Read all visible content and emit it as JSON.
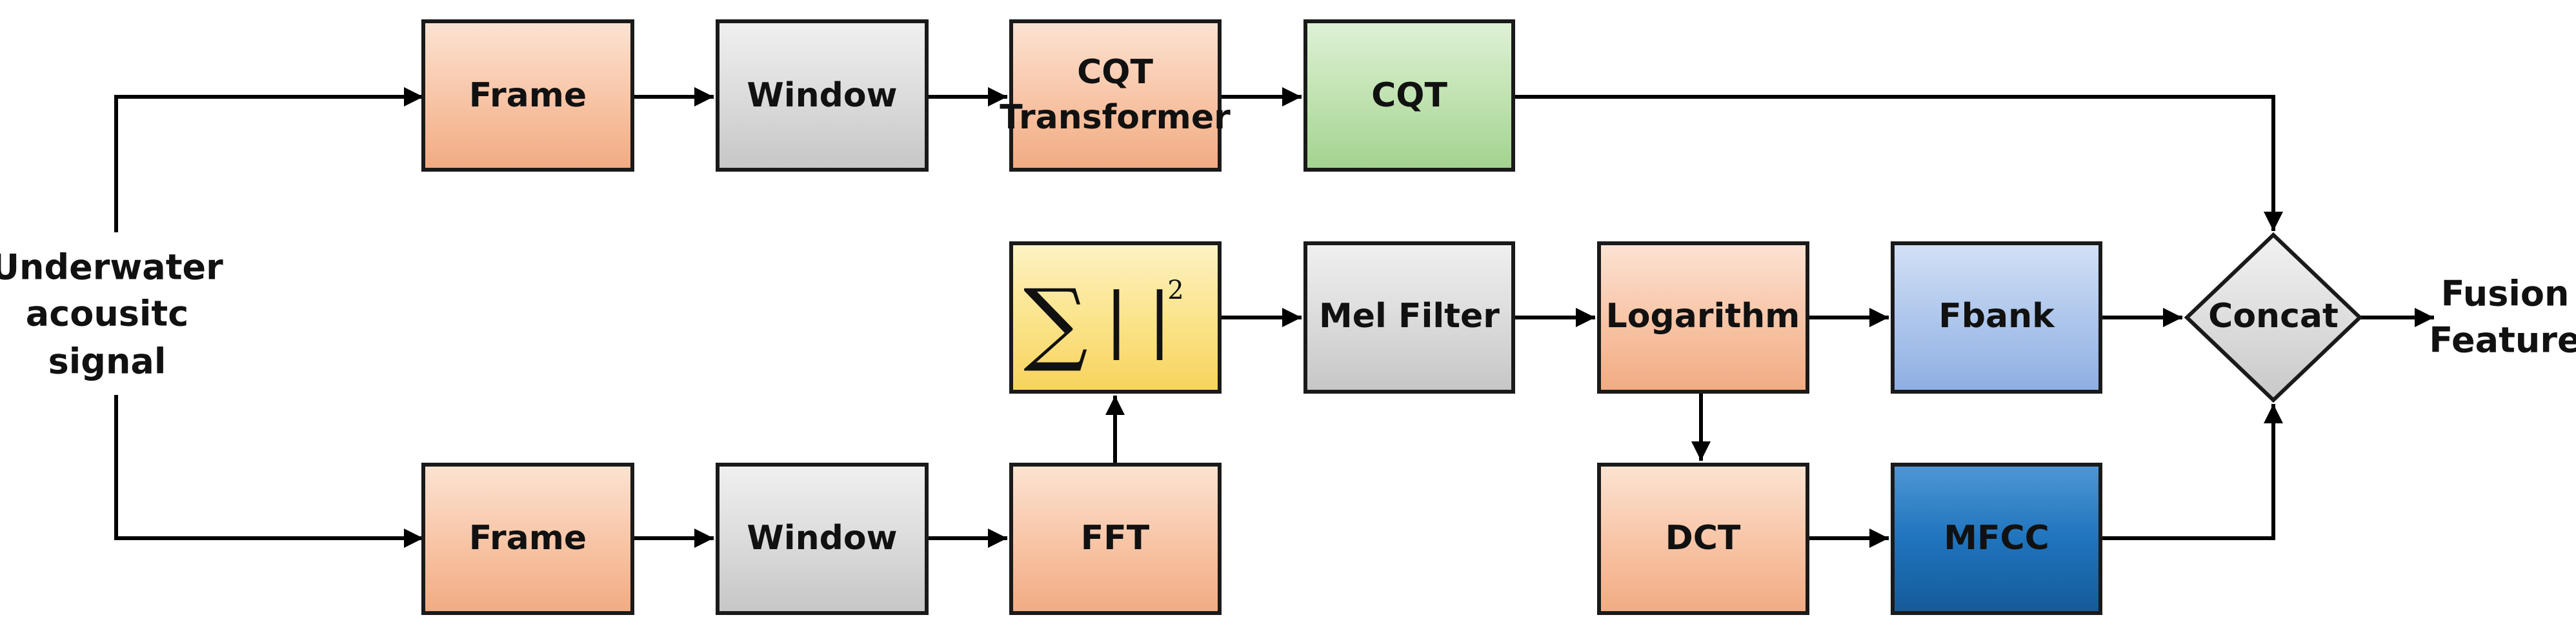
{
  "input": {
    "lines": [
      "Underwater",
      "acousitc",
      "signal"
    ]
  },
  "output": {
    "lines": [
      "Fusion",
      "Feature"
    ]
  },
  "top_branch": {
    "frame": {
      "label": "Frame"
    },
    "window": {
      "label": "Window"
    },
    "cqt_transformer": {
      "lines": [
        "CQT",
        "Transformer"
      ]
    },
    "cqt": {
      "label": "CQT"
    }
  },
  "bottom_branch": {
    "frame": {
      "label": "Frame"
    },
    "window": {
      "label": "Window"
    },
    "fft": {
      "label": "FFT"
    }
  },
  "middle_branch": {
    "power": {
      "sigma": "∑",
      "bar": "|",
      "exponent": "2"
    },
    "mel_filter": {
      "label": "Mel Filter"
    },
    "logarithm": {
      "label": "Logarithm"
    },
    "fbank": {
      "label": "Fbank"
    },
    "dct": {
      "label": "DCT"
    },
    "mfcc": {
      "label": "MFCC"
    }
  },
  "concat": {
    "label": "Concat"
  },
  "colors": {
    "orange": "#f7bc9a",
    "gray": "#d6d6d6",
    "green": "#b9dfa8",
    "yellow": "#fbe58a",
    "light_blue": "#a9c3ea",
    "dark_blue": "#1f70b5",
    "concat": "#dedede"
  }
}
